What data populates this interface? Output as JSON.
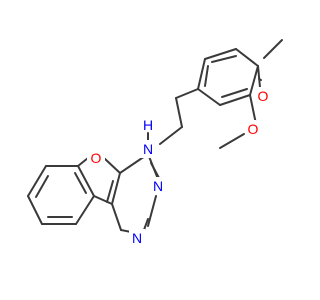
{
  "molecule": {
    "atom_labels": {
      "amine_n": "N",
      "amine_h": "H",
      "furan_o": "O",
      "ring_n_upper": "N",
      "ring_n_lower": "N",
      "methoxy_o_top": "O",
      "methoxy_o_bottom": "O"
    },
    "colors": {
      "bond": "#3a3a3a",
      "nitrogen": "#0000ff",
      "oxygen": "#ff0000",
      "background": "#ffffff"
    }
  }
}
